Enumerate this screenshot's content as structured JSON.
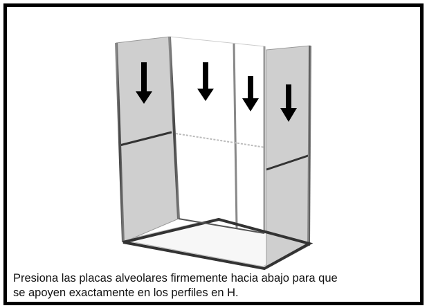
{
  "instruction": {
    "line1": "Presiona las placas alveolares firmemente hacia abajo para que",
    "line2": "se apoyen exactamente en los perfiles en H."
  },
  "illustration": {
    "arrow_count": 4,
    "arrow_icon": "down-arrow-icon",
    "panel_colors": {
      "side_panel": "#cfcfcf",
      "back_panel": "#ffffff",
      "frame": "#555555"
    }
  }
}
